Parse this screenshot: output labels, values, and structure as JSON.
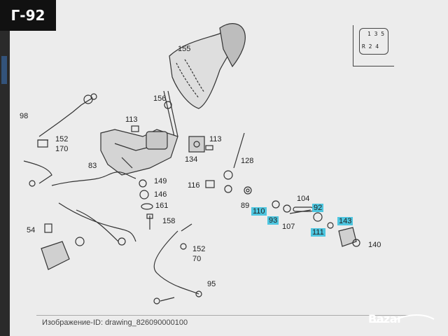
{
  "watermark": "Г-92",
  "gear_pattern": {
    "top": "1 3 5",
    "bottom": "R 2 4"
  },
  "callouts": [
    {
      "id": "c155",
      "text": "155"
    },
    {
      "id": "c98",
      "text": "98"
    },
    {
      "id": "c156",
      "text": "156"
    },
    {
      "id": "c113a",
      "text": "113"
    },
    {
      "id": "c113b",
      "text": "113"
    },
    {
      "id": "c152a",
      "text": "152"
    },
    {
      "id": "c170a",
      "text": "170"
    },
    {
      "id": "c134",
      "text": "134"
    },
    {
      "id": "c128",
      "text": "128"
    },
    {
      "id": "c83",
      "text": "83"
    },
    {
      "id": "c116",
      "text": "116"
    },
    {
      "id": "c149",
      "text": "149"
    },
    {
      "id": "c146",
      "text": "146"
    },
    {
      "id": "c161",
      "text": "161"
    },
    {
      "id": "c89",
      "text": "89"
    },
    {
      "id": "c104",
      "text": "104"
    },
    {
      "id": "c110",
      "text": "110"
    },
    {
      "id": "c92",
      "text": "92"
    },
    {
      "id": "c93",
      "text": "93"
    },
    {
      "id": "c107",
      "text": "107"
    },
    {
      "id": "c143",
      "text": "143"
    },
    {
      "id": "c111",
      "text": "111"
    },
    {
      "id": "c140",
      "text": "140"
    },
    {
      "id": "c54",
      "text": "54"
    },
    {
      "id": "c158",
      "text": "158"
    },
    {
      "id": "c152b",
      "text": "152"
    },
    {
      "id": "c170b",
      "text": "70"
    },
    {
      "id": "c95",
      "text": "95"
    }
  ],
  "caption": "Изображение-ID: drawing_826090000100",
  "logo": "Bazar",
  "colors": {
    "highlight": "#4ec6e0",
    "line": "#333333",
    "paper": "#ececec"
  }
}
